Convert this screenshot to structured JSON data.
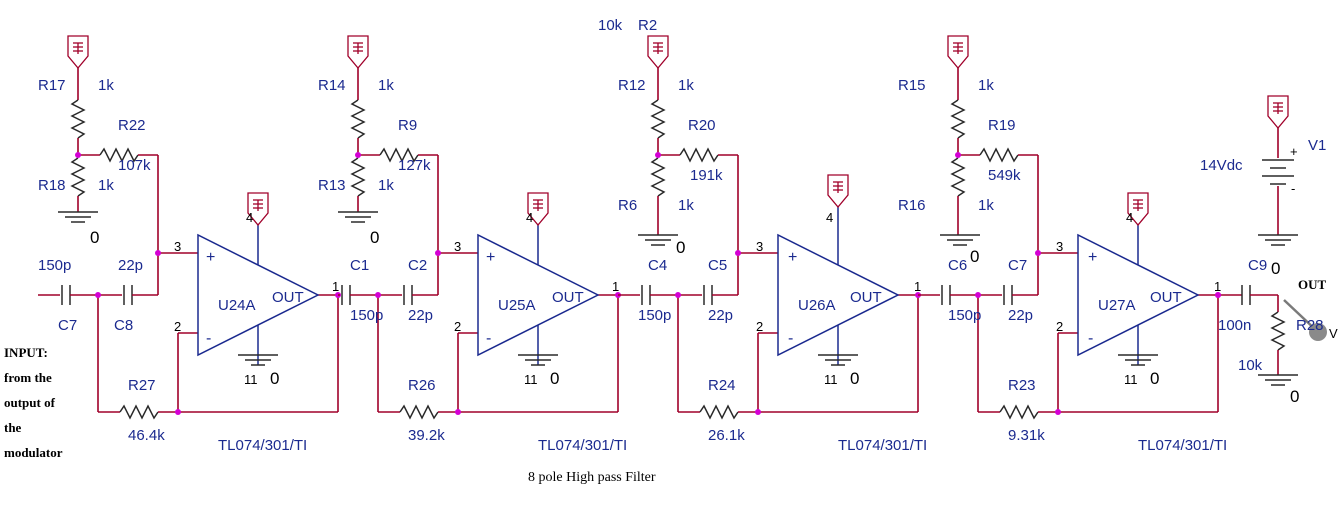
{
  "stages": [
    {
      "r_top": {
        "ref": "R17",
        "value": "1k"
      },
      "r_fb": {
        "ref": "R22",
        "value": "107k"
      },
      "r_bot": {
        "ref": "R18",
        "value": "1k"
      },
      "gnd_label": "0",
      "c_in": {
        "ref": "C7",
        "value": "150p"
      },
      "c_mid": {
        "ref": "C8",
        "value": "22p"
      },
      "r_out": {
        "ref": "R27",
        "value": "46.4k"
      },
      "opamp": {
        "ref": "U24A",
        "out_label": "OUT",
        "part": "TL074/301/TI"
      },
      "pins": {
        "plus": "3",
        "minus": "2",
        "out": "1",
        "vcc": "4",
        "vee": "11"
      }
    },
    {
      "r_top": {
        "ref": "R14",
        "value": "1k"
      },
      "r_fb": {
        "ref": "R9",
        "value": "127k"
      },
      "r_bot": {
        "ref": "R13",
        "value": "1k"
      },
      "gnd_label": "0",
      "c_in": {
        "ref": "C1",
        "value": "150p"
      },
      "c_mid": {
        "ref": "C2",
        "value": "22p"
      },
      "r_out": {
        "ref": "R26",
        "value": "39.2k"
      },
      "opamp": {
        "ref": "U25A",
        "out_label": "OUT",
        "part": "TL074/301/TI"
      },
      "pins": {
        "plus": "3",
        "minus": "2",
        "out": "1",
        "vcc": "4",
        "vee": "11"
      }
    },
    {
      "r_top": {
        "ref": "R12",
        "value": "1k"
      },
      "r_fb": {
        "ref": "R20",
        "value": "191k"
      },
      "r_bot": {
        "ref": "R6",
        "value": "1k"
      },
      "gnd_label": "0",
      "c_in": {
        "ref": "C4",
        "value": "150p"
      },
      "c_mid": {
        "ref": "C5",
        "value": "22p"
      },
      "r_out": {
        "ref": "R24",
        "value": "26.1k"
      },
      "opamp": {
        "ref": "U26A",
        "out_label": "OUT",
        "part": "TL074/301/TI"
      },
      "pins": {
        "plus": "3",
        "minus": "2",
        "out": "1",
        "vcc": "4",
        "vee": "11"
      }
    },
    {
      "r_top": {
        "ref": "R15",
        "value": "1k"
      },
      "r_fb": {
        "ref": "R19",
        "value": "549k"
      },
      "r_bot": {
        "ref": "R16",
        "value": "1k"
      },
      "gnd_label": "0",
      "c_in": {
        "ref": "C6",
        "value": "150p"
      },
      "c_mid": {
        "ref": "C7",
        "value": "22p"
      },
      "r_out": {
        "ref": "R23",
        "value": "9.31k"
      },
      "opamp": {
        "ref": "U27A",
        "out_label": "OUT",
        "part": "TL074/301/TI"
      },
      "pins": {
        "plus": "3",
        "minus": "2",
        "out": "1",
        "vcc": "4",
        "vee": "11"
      }
    }
  ],
  "stage3_extra_label": {
    "value": "10k",
    "ref": "R2"
  },
  "stage3_gnd_top": "0",
  "stage4_gnd_top": "0",
  "output": {
    "cap_ref": "C9",
    "cap_gnd": "0",
    "cap_value": "100n",
    "res_ref": "R28",
    "res_value": "10k",
    "gnd_label": "0",
    "out_label": "OUT",
    "probe_label": "V"
  },
  "supply": {
    "ref": "V1",
    "value": "14Vdc",
    "plus": "+",
    "minus": "-"
  },
  "input_note": [
    "INPUT:",
    "from the",
    "output of",
    "the",
    "modulator"
  ],
  "caption": "8 pole High pass Filter",
  "opamp_symbols": {
    "plus": "+",
    "minus": "-",
    "v": "V"
  },
  "colors": {
    "wire": "#a0002a",
    "label": "#1b2a8f",
    "junction": "#d400d4"
  }
}
